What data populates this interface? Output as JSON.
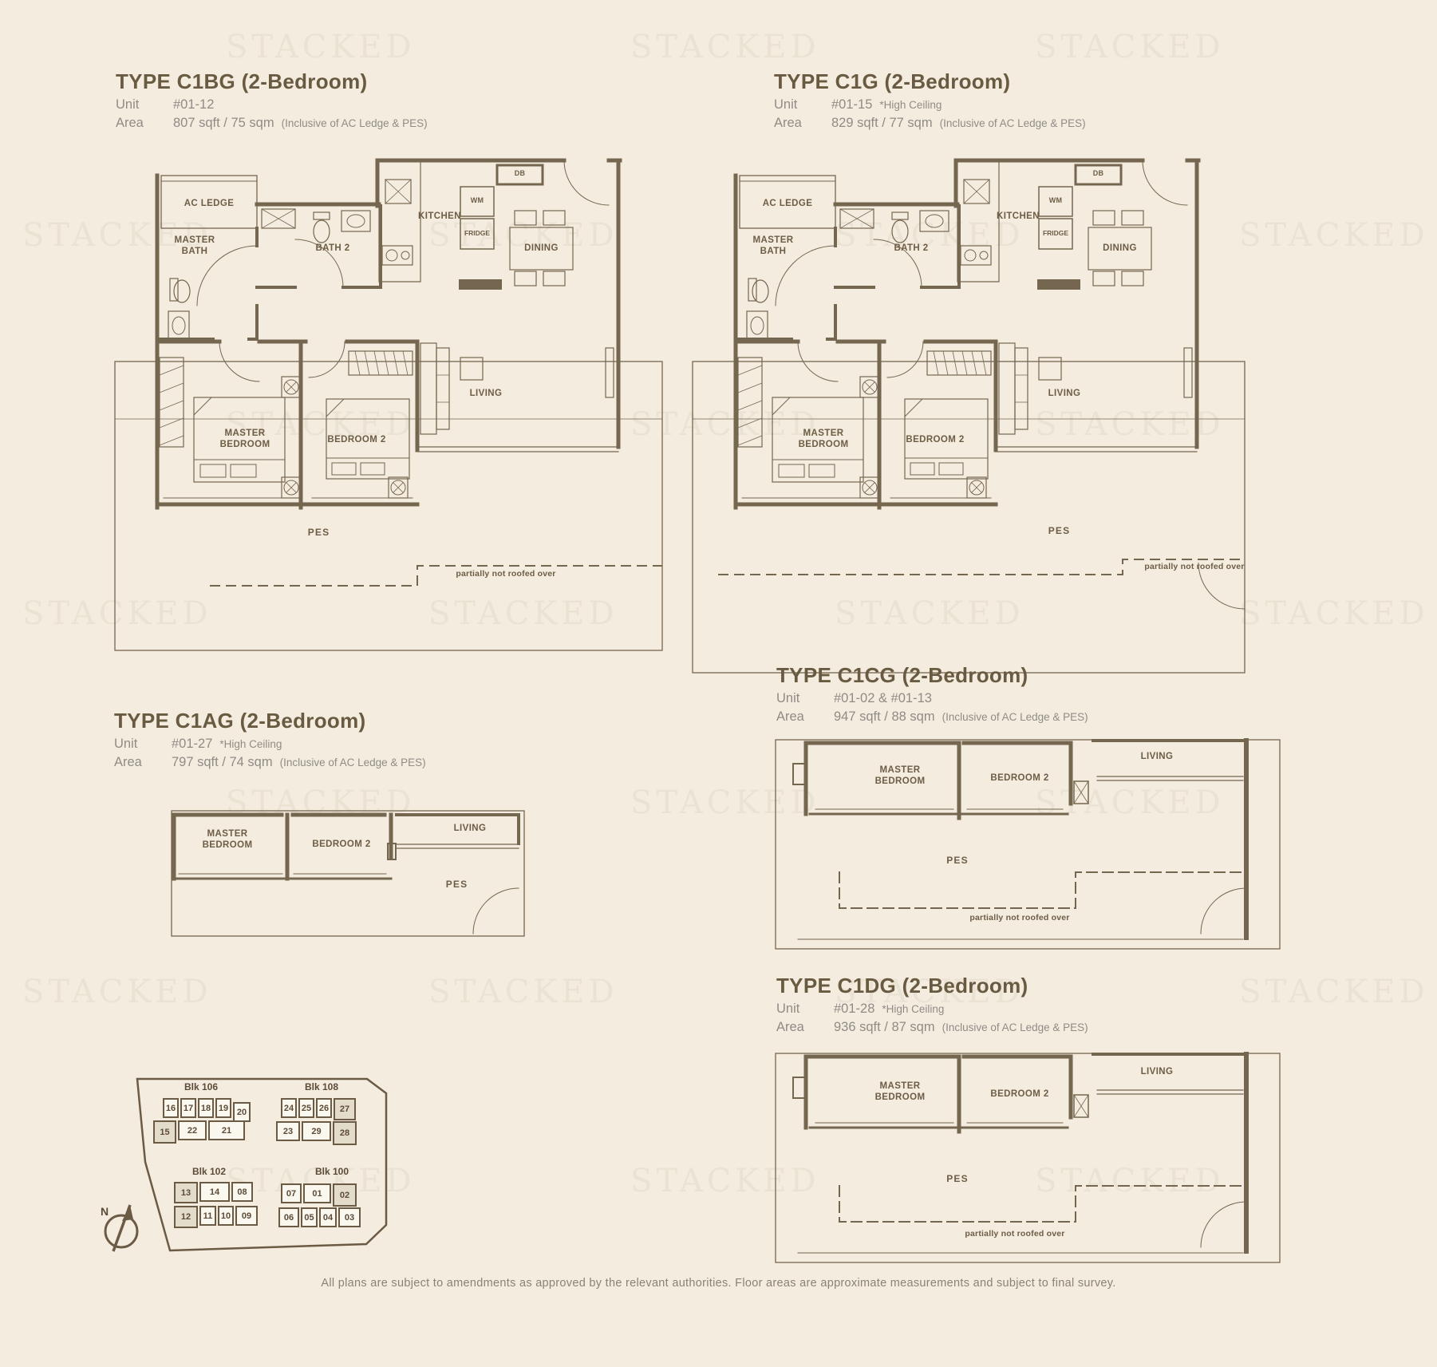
{
  "watermark": "STACKED",
  "footer": "All plans are subject to amendments as approved by the relevant authorities. Floor areas are approximate measurements and subject to final survey.",
  "colors": {
    "background": "#f4ecdf",
    "title_brown": "#695b41",
    "text_gray": "#8f8c86",
    "plan_line": "#75664f",
    "watermark": "#eae2d3",
    "highlight_fill": "#e4dccb"
  },
  "rooms": {
    "ac_ledge": "AC LEDGE",
    "master_bath": "MASTER BATH",
    "bath_2": "BATH 2",
    "kitchen": "KITCHEN",
    "wm": "WM",
    "fridge": "FRIDGE",
    "db": "DB",
    "dining": "DINING",
    "living": "LIVING",
    "master_bedroom": "MASTER BEDROOM",
    "bedroom_2": "BEDROOM 2",
    "pes": "PES",
    "partially_not_roofed": "partially not roofed over"
  },
  "units": [
    {
      "title": "TYPE C1BG (2-Bedroom)",
      "unit_label": "Unit",
      "unit_value": "#01-12",
      "unit_note": "",
      "area_label": "Area",
      "area_value": "807 sqft / 75 sqm",
      "area_note": "(Inclusive of AC Ledge & PES)"
    },
    {
      "title": "TYPE C1G (2-Bedroom)",
      "unit_label": "Unit",
      "unit_value": "#01-15",
      "unit_note": "*High Ceiling",
      "area_label": "Area",
      "area_value": "829 sqft / 77 sqm",
      "area_note": "(Inclusive of AC Ledge & PES)"
    },
    {
      "title": "TYPE C1AG (2-Bedroom)",
      "unit_label": "Unit",
      "unit_value": "#01-27",
      "unit_note": "*High Ceiling",
      "area_label": "Area",
      "area_value": "797 sqft / 74 sqm",
      "area_note": "(Inclusive of AC Ledge & PES)"
    },
    {
      "title": "TYPE C1CG (2-Bedroom)",
      "unit_label": "Unit",
      "unit_value": "#01-02 & #01-13",
      "unit_note": "",
      "area_label": "Area",
      "area_value": "947 sqft / 88 sqm",
      "area_note": "(Inclusive of AC Ledge & PES)"
    },
    {
      "title": "TYPE C1DG (2-Bedroom)",
      "unit_label": "Unit",
      "unit_value": "#01-28",
      "unit_note": "*High Ceiling",
      "area_label": "Area",
      "area_value": "936 sqft / 87 sqm",
      "area_note": "(Inclusive of AC Ledge & PES)"
    }
  ],
  "site_plan": {
    "compass_label": "N",
    "blocks": [
      {
        "name": "Blk 106",
        "rows": [
          [
            "16",
            "17",
            "18",
            "19",
            "20"
          ],
          [
            "15",
            "22",
            "21"
          ]
        ],
        "highlighted": [
          "15"
        ]
      },
      {
        "name": "Blk 108",
        "rows": [
          [
            "24",
            "25",
            "26",
            "27"
          ],
          [
            "23",
            "29",
            "28"
          ]
        ],
        "highlighted": [
          "27",
          "28"
        ]
      },
      {
        "name": "Blk 102",
        "rows": [
          [
            "13",
            "14",
            "08"
          ],
          [
            "12",
            "11",
            "10",
            "09"
          ]
        ],
        "highlighted": [
          "13",
          "12"
        ]
      },
      {
        "name": "Blk 100",
        "rows": [
          [
            "07",
            "01",
            "02"
          ],
          [
            "06",
            "05",
            "04",
            "03"
          ]
        ],
        "highlighted": [
          "02"
        ]
      }
    ]
  }
}
